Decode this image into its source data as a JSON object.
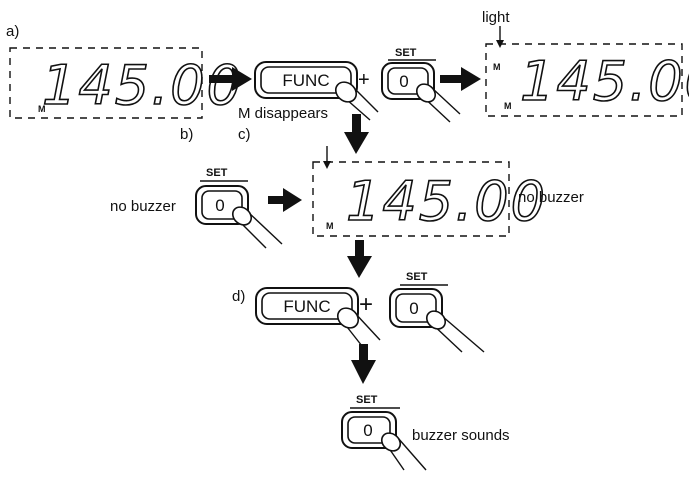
{
  "labels": {
    "a": "a)",
    "b": "b)",
    "c": "c)",
    "d": "d)",
    "light": "light",
    "m_disappears": "M disappears",
    "no_buzzer_left": "no buzzer",
    "no_buzzer_right": "no buzzer",
    "buzzer_sounds": "buzzer sounds",
    "plus": "+"
  },
  "display": {
    "reading": "145.00",
    "m_flag": "M"
  },
  "keys": {
    "func": "FUNC",
    "zero": "0",
    "set": "SET"
  }
}
